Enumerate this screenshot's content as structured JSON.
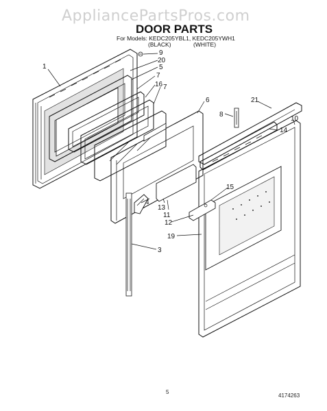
{
  "watermark": "AppliancePartsPros.com",
  "title": "DOOR PARTS",
  "models_line": "For Models: KEDC205YBL1, KEDC205YWH1",
  "color_black": "(BLACK)",
  "color_white": "(WHITE)",
  "callouts": [
    {
      "id": "c1",
      "label": "1"
    },
    {
      "id": "c9",
      "label": "9"
    },
    {
      "id": "c20",
      "label": "20"
    },
    {
      "id": "c5",
      "label": "5"
    },
    {
      "id": "c7a",
      "label": "7"
    },
    {
      "id": "c16",
      "label": "16"
    },
    {
      "id": "c7b",
      "label": "7"
    },
    {
      "id": "c6",
      "label": "6"
    },
    {
      "id": "c21",
      "label": "21"
    },
    {
      "id": "c8",
      "label": "8"
    },
    {
      "id": "c10",
      "label": "10"
    },
    {
      "id": "c14",
      "label": "14"
    },
    {
      "id": "c4",
      "label": "4"
    },
    {
      "id": "c15",
      "label": "15"
    },
    {
      "id": "c13",
      "label": "13"
    },
    {
      "id": "c11",
      "label": "11"
    },
    {
      "id": "c12",
      "label": "12"
    },
    {
      "id": "c19",
      "label": "19"
    },
    {
      "id": "c3",
      "label": "3"
    }
  ],
  "footer": {
    "page_number": "5",
    "doc_number": "4174263"
  }
}
